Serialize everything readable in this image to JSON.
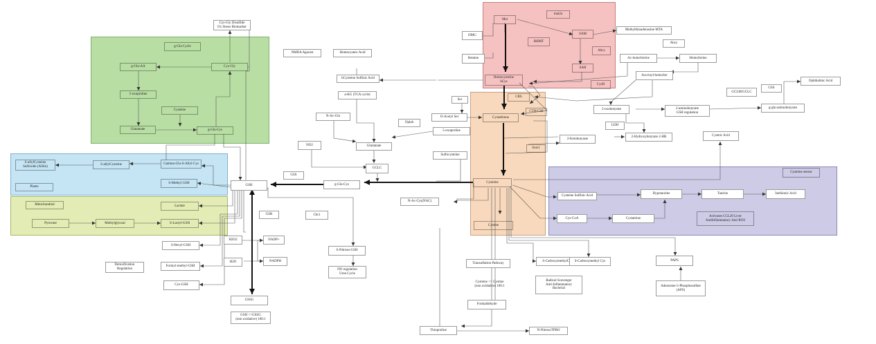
{
  "colors": {
    "glu_cycle": "#b9dea4",
    "plants": "#c5e4f4",
    "mito": "#e2ecb4",
    "methionine": "#f5c1c1",
    "cysteine_col": "#f8d9bd",
    "cysteine_sensor": "#cdcbe6"
  },
  "nodes": {
    "cysgly_disulfide": "Cys-Gly Disulfide\nOx Stress Biomarker",
    "gglu_cycle": "g-Glu Cycle",
    "gglu_aa": "g-Glu-AA",
    "cys_gly": "Cys-Gly",
    "oxoproline_1": "5-oxoproline",
    "cysteine_g": "Cysteine",
    "glutamate_g": "Glutamate",
    "gglu_cys_g": "g-Glu-Cys",
    "sallylcys_sulf": "S-allylCysteine\nSulfoxide (Alliin)",
    "sallylcys": "S-allylCysteine",
    "ggsac": "Gamma-Glu-S-Allyl-Cys",
    "smethyl_gsh": "S-Methyl GSH",
    "plants": "Plants",
    "mitochondrial": "Mitochondrial",
    "lactate": "Lactate",
    "pyruvate": "Pyruvate",
    "methylglyoxal": "Methylglyoxal",
    "slactyl_gsh": "S-Lactyl-GSH",
    "nmda": "NMDA Agonist",
    "homocysteic": "Homocysteic Acid",
    "hcys_sulfinic": "hCysteine Sulfinic Acid",
    "akg": "a-KG (TCA cycle)",
    "nacglu": "N-Ac-Glu",
    "glutamate_c": "Glutamate",
    "no2": "NO2",
    "gclc": "GCLC",
    "gss": "GSS",
    "gsh": "GSH",
    "gglu_cys_c": "g-Glu-Cys",
    "oplah": "Oplah",
    "oxoproline_2": "5-oxoproline",
    "ser": "Ser",
    "oacetyl_ser": "O-Acetyl Ser",
    "sulfocysteine": "Sulfocysteine",
    "dmg": "DMG",
    "betaine": "Betaine",
    "met": "Met",
    "mat2a": "mat2a",
    "bhmt": "BHMT",
    "sam": "SAM",
    "ahcy_pink": "Ahcy",
    "sah": "SAH",
    "homocysteine": "Homocysteine\nhCys",
    "cysd": "CysD",
    "mta": "Methylthioadenosine MTA",
    "ahcy": "Ahcy",
    "ac_homoserine": "Ac-homoSerine",
    "homoserine": "HomoSerine",
    "succinyl_homoser": "Succinyl-homoSer",
    "cbs": "CBS",
    "cystathione": "Cystathione",
    "cth_cse": "CTH/CSE",
    "snrs1": "Snrs1",
    "cysteine_main": "Cysteine",
    "cystine": "Cystine",
    "nac": "N-Ac-Cys(NAC)",
    "gclm_gclc": "GCLM/GCLC",
    "gss_2": "GSS",
    "ophthalmic": "Ophthalmic Acid",
    "oxobutyrate": "2-oxobutyrate",
    "aminobutyrate": "2-aminobutyrate\nGSH regulation",
    "gglu_aminobutyrate": "g-glu-aminobutyrate",
    "ldh": "LDH",
    "ketobutyrate": "2-Ketobutyrate",
    "hydroxybutyrate": "2-Hydroxybutyrate 2-HB",
    "cysteic_acid": "Cysteic Acid",
    "cysteine_sensor": "Cysteine sensor",
    "cys_sulfinic": "Cysteine Sulfinic Acid",
    "hypotaurine": "Hypotaurine",
    "taurine": "Taurine",
    "isethionic": "Isethionic Acid",
    "cys_coa": "Cys-CoA",
    "cystamine": "Cystamine",
    "activates_ccl20": "Activates CCL20 Liver\nAntiInflammatory Anti ROS",
    "gsr": "GSR",
    "chr1": "Chr1",
    "h2o2": "H2O2",
    "nadp": "NADP+",
    "h2o": "H2O",
    "nadph": "NADPH",
    "shexyl_gsh": "S-Hexyl-GSH",
    "formyl_methyl_gsh": "Formyl-methyl-GSH",
    "detox": "Detoxification\nRegulation",
    "cys_gsh": "Cys-GSH",
    "gssg": "GSSG",
    "gsh_gssg_ratio": "GSH >>GSSG\n(non oxidative) 100:1",
    "snitroso_gsh": "S-Nitroso-GSH",
    "no_reg": "NO regulation\nUrea Cycle",
    "transulfation": "Transulfation Pathway",
    "cys_cystine_ratio": "Cysteine >> Cystine\n(non oxidative) 100:1",
    "formaldehyde": "Formaldehyde",
    "thioproline": "Thioproline",
    "n_nitroso_tpro": "N-NitrosoTPRO",
    "scarboxymethyl_1": "S-CarboxymethylCys",
    "scarboxymethyl_2": "S-Carboxymethyl Cys",
    "radical_scav": "Radical Scavenger\nAnti-Inflammatory\nBacterial",
    "paps": "PAPS",
    "aps": "Adenosine-5-Phosphosulfate\n(APS)"
  }
}
